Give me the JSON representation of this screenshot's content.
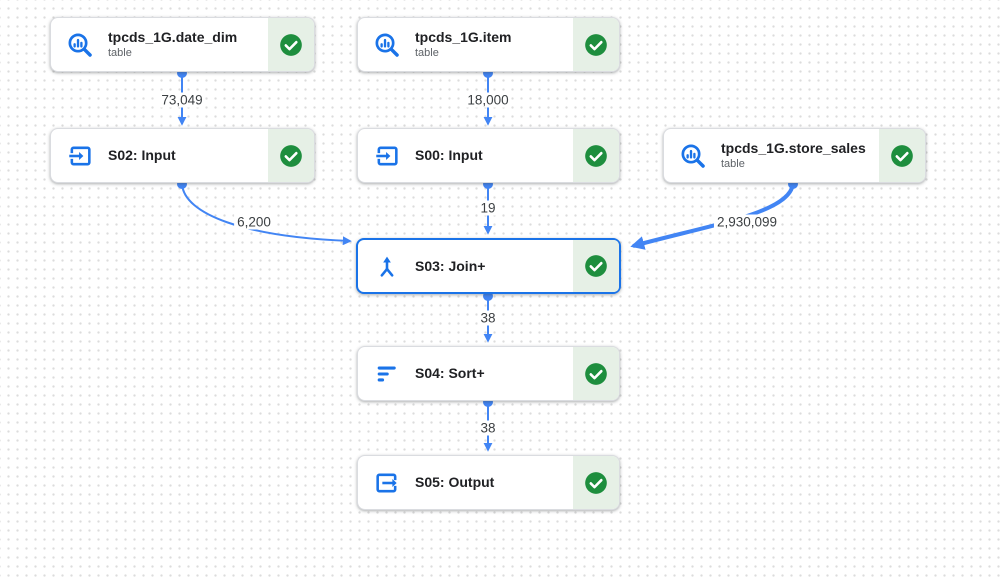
{
  "app": {
    "name": "query execution graph"
  },
  "colors": {
    "edge_blue": "#4285f4",
    "icon_blue": "#1a73e8",
    "selected_node_border": "#1a73e8",
    "success_green": "#1e8e3e",
    "status_strip_bg": "#e6f0e6",
    "node_border": "#dadce0",
    "canvas_dot": "#dcdcdc",
    "edge_label_text": "#3c4043"
  },
  "nodes": [
    {
      "id": "date_dim",
      "title": "tpcds_1G.date_dim",
      "subtitle": "table",
      "icon": "table-preview-icon",
      "status": "success",
      "selected": false
    },
    {
      "id": "item",
      "title": "tpcds_1G.item",
      "subtitle": "table",
      "icon": "table-preview-icon",
      "status": "success",
      "selected": false
    },
    {
      "id": "s02",
      "title": "S02: Input",
      "subtitle": "",
      "icon": "input-icon",
      "status": "success",
      "selected": false
    },
    {
      "id": "s00",
      "title": "S00: Input",
      "subtitle": "",
      "icon": "input-icon",
      "status": "success",
      "selected": false
    },
    {
      "id": "store_sales",
      "title": "tpcds_1G.store_sales",
      "subtitle": "table",
      "icon": "table-preview-icon",
      "status": "success",
      "selected": false
    },
    {
      "id": "s03",
      "title": "S03: Join+",
      "subtitle": "",
      "icon": "join-icon",
      "status": "success",
      "selected": true
    },
    {
      "id": "s04",
      "title": "S04: Sort+",
      "subtitle": "",
      "icon": "sort-icon",
      "status": "success",
      "selected": false
    },
    {
      "id": "s05",
      "title": "S05: Output",
      "subtitle": "",
      "icon": "output-icon",
      "status": "success",
      "selected": false
    }
  ],
  "edges": [
    {
      "from": "tpcds_1G.date_dim",
      "to": "S02: Input",
      "label": "73,049",
      "weight": "normal"
    },
    {
      "from": "tpcds_1G.item",
      "to": "S00: Input",
      "label": "18,000",
      "weight": "normal"
    },
    {
      "from": "S02: Input",
      "to": "S03: Join+",
      "label": "6,200",
      "weight": "normal"
    },
    {
      "from": "S00: Input",
      "to": "S03: Join+",
      "label": "19",
      "weight": "normal"
    },
    {
      "from": "tpcds_1G.store_sales",
      "to": "S03: Join+",
      "label": "2,930,099",
      "weight": "thick"
    },
    {
      "from": "S03: Join+",
      "to": "S04: Sort+",
      "label": "38",
      "weight": "normal"
    },
    {
      "from": "S04: Sort+",
      "to": "S05: Output",
      "label": "38",
      "weight": "normal"
    }
  ]
}
